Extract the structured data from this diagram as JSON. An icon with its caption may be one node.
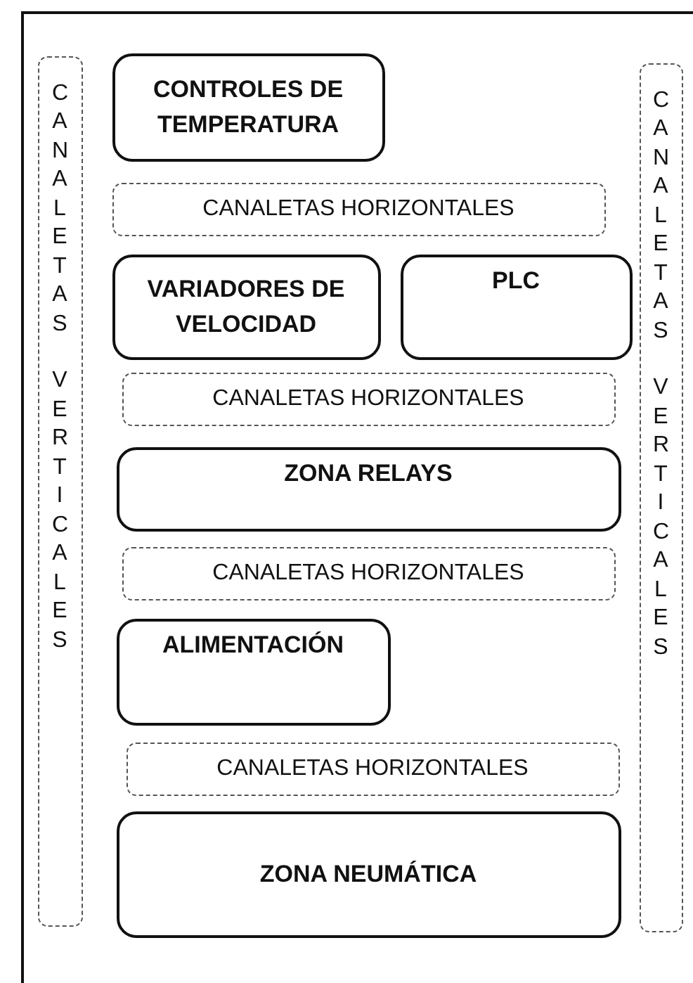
{
  "diagram": {
    "nodes": [
      {
        "text": [],
        "shape": "box"
      },
      {
        "text": [
          "CANALETAS VERTICALES"
        ],
        "in": 0
      },
      {
        "text": [
          "CANALETAS VERTICALES"
        ],
        "in": 0
      },
      {
        "text": [
          "CONTROLES DE TEMPERATURA"
        ],
        "in": 0
      },
      {
        "text": [
          "CANALETAS HORIZONTALES"
        ],
        "in": 0
      },
      {
        "text": [
          "VARIADORES DE VELOCIDAD"
        ],
        "in": 0
      },
      {
        "text": [
          "PLC"
        ],
        "in": 0
      },
      {
        "text": [
          "CANALETAS HORIZONTALES"
        ],
        "in": 0
      },
      {
        "text": [
          "ZONA RELAYS"
        ],
        "in": 0
      },
      {
        "text": [
          "CANALETAS HORIZONTALES"
        ],
        "in": 0
      },
      {
        "text": [
          "ALIMENTACIÓN"
        ],
        "in": 0
      },
      {
        "text": [
          "CANALETAS HORIZONTALES"
        ],
        "in": 0
      },
      {
        "text": [
          "ZONA NEUMÁTICA"
        ],
        "in": 0
      }
    ]
  }
}
